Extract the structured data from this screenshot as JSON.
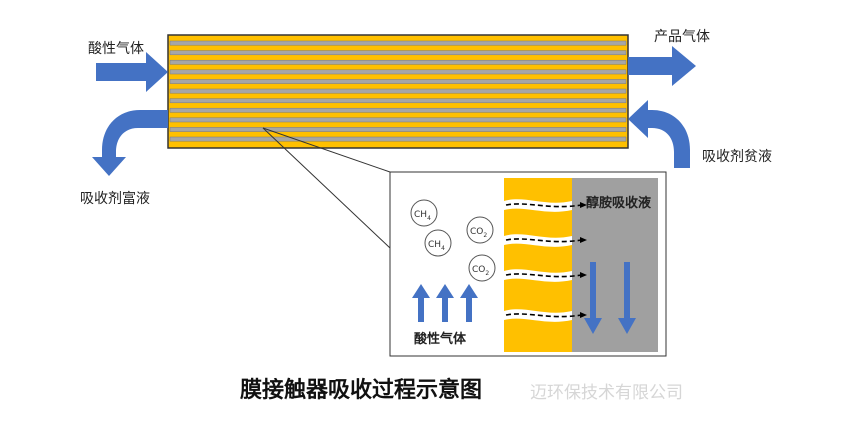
{
  "labels": {
    "acid_gas_in": "酸性气体",
    "product_gas": "产品气体",
    "lean_absorbent": "吸收剂贫液",
    "rich_absorbent": "吸收剂富液",
    "amine_absorbent": "醇胺吸收液",
    "acid_gas_inset": "酸性气体"
  },
  "molecules": [
    {
      "base": "CH",
      "sub": "4"
    },
    {
      "base": "CH",
      "sub": "4"
    },
    {
      "base": "CO",
      "sub": "2"
    },
    {
      "base": "CO",
      "sub": "2"
    }
  ],
  "caption": "膜接触器吸收过程示意图",
  "watermark": "迈环保技术有限公司",
  "colors": {
    "arrow_blue": "#4472C4",
    "membrane_yellow": "#FFC000",
    "fiber_gray": "#A6A6A6",
    "liquid_gray": "#A0A0A0"
  }
}
